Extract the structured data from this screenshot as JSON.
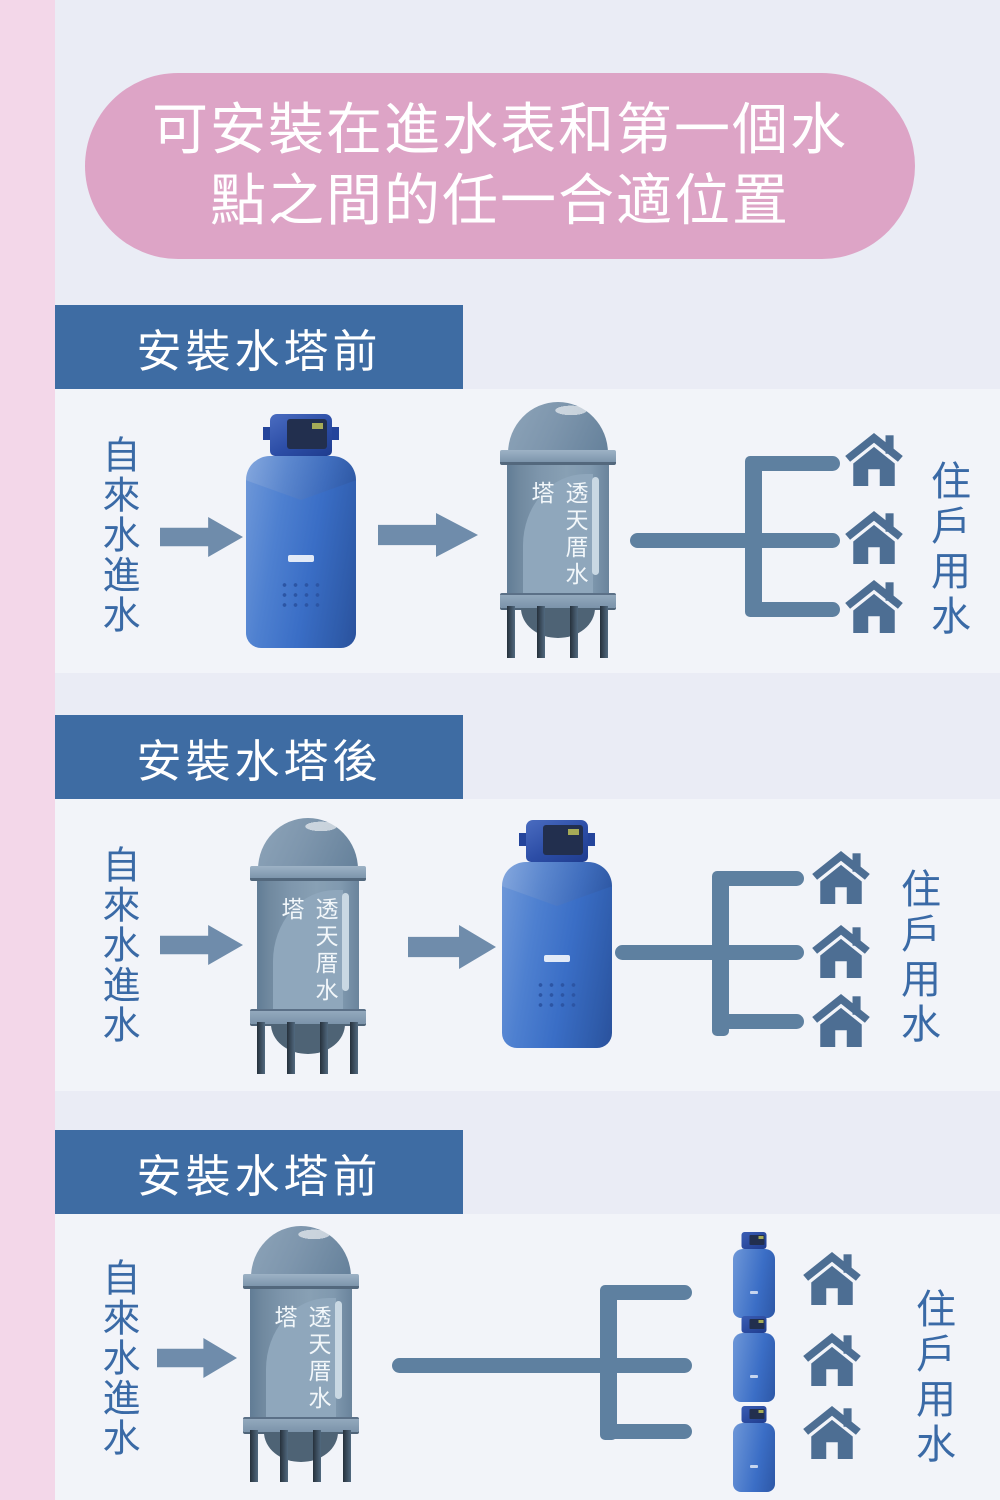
{
  "banner": {
    "line1": "可安裝在進水表和第一個水",
    "line2": "點之間的任一合適位置"
  },
  "sections": [
    {
      "header": "安裝水塔前"
    },
    {
      "header": "安裝水塔後"
    },
    {
      "header": "安裝水塔前"
    }
  ],
  "labels": {
    "water_inlet": "自來水進水",
    "tower": "透天厝水塔",
    "households": "住戶用水"
  },
  "colors": {
    "page_background": "#eaecf5",
    "left_stripe_pink": "#f3d7e9",
    "panel_background": "#f2f4f9",
    "banner_pink": "#dda4c6",
    "header_bar_blue": "#3e6ca3",
    "text_blue": "#3a6aa6",
    "arrow_slate": "#6f8cab",
    "pipe_slate": "#5e80a0",
    "house_slate": "#4d6e93",
    "softener_blue": "#3b6ec6",
    "softener_head_navy": "#24449b",
    "tower_slate": "#7e96ad"
  }
}
